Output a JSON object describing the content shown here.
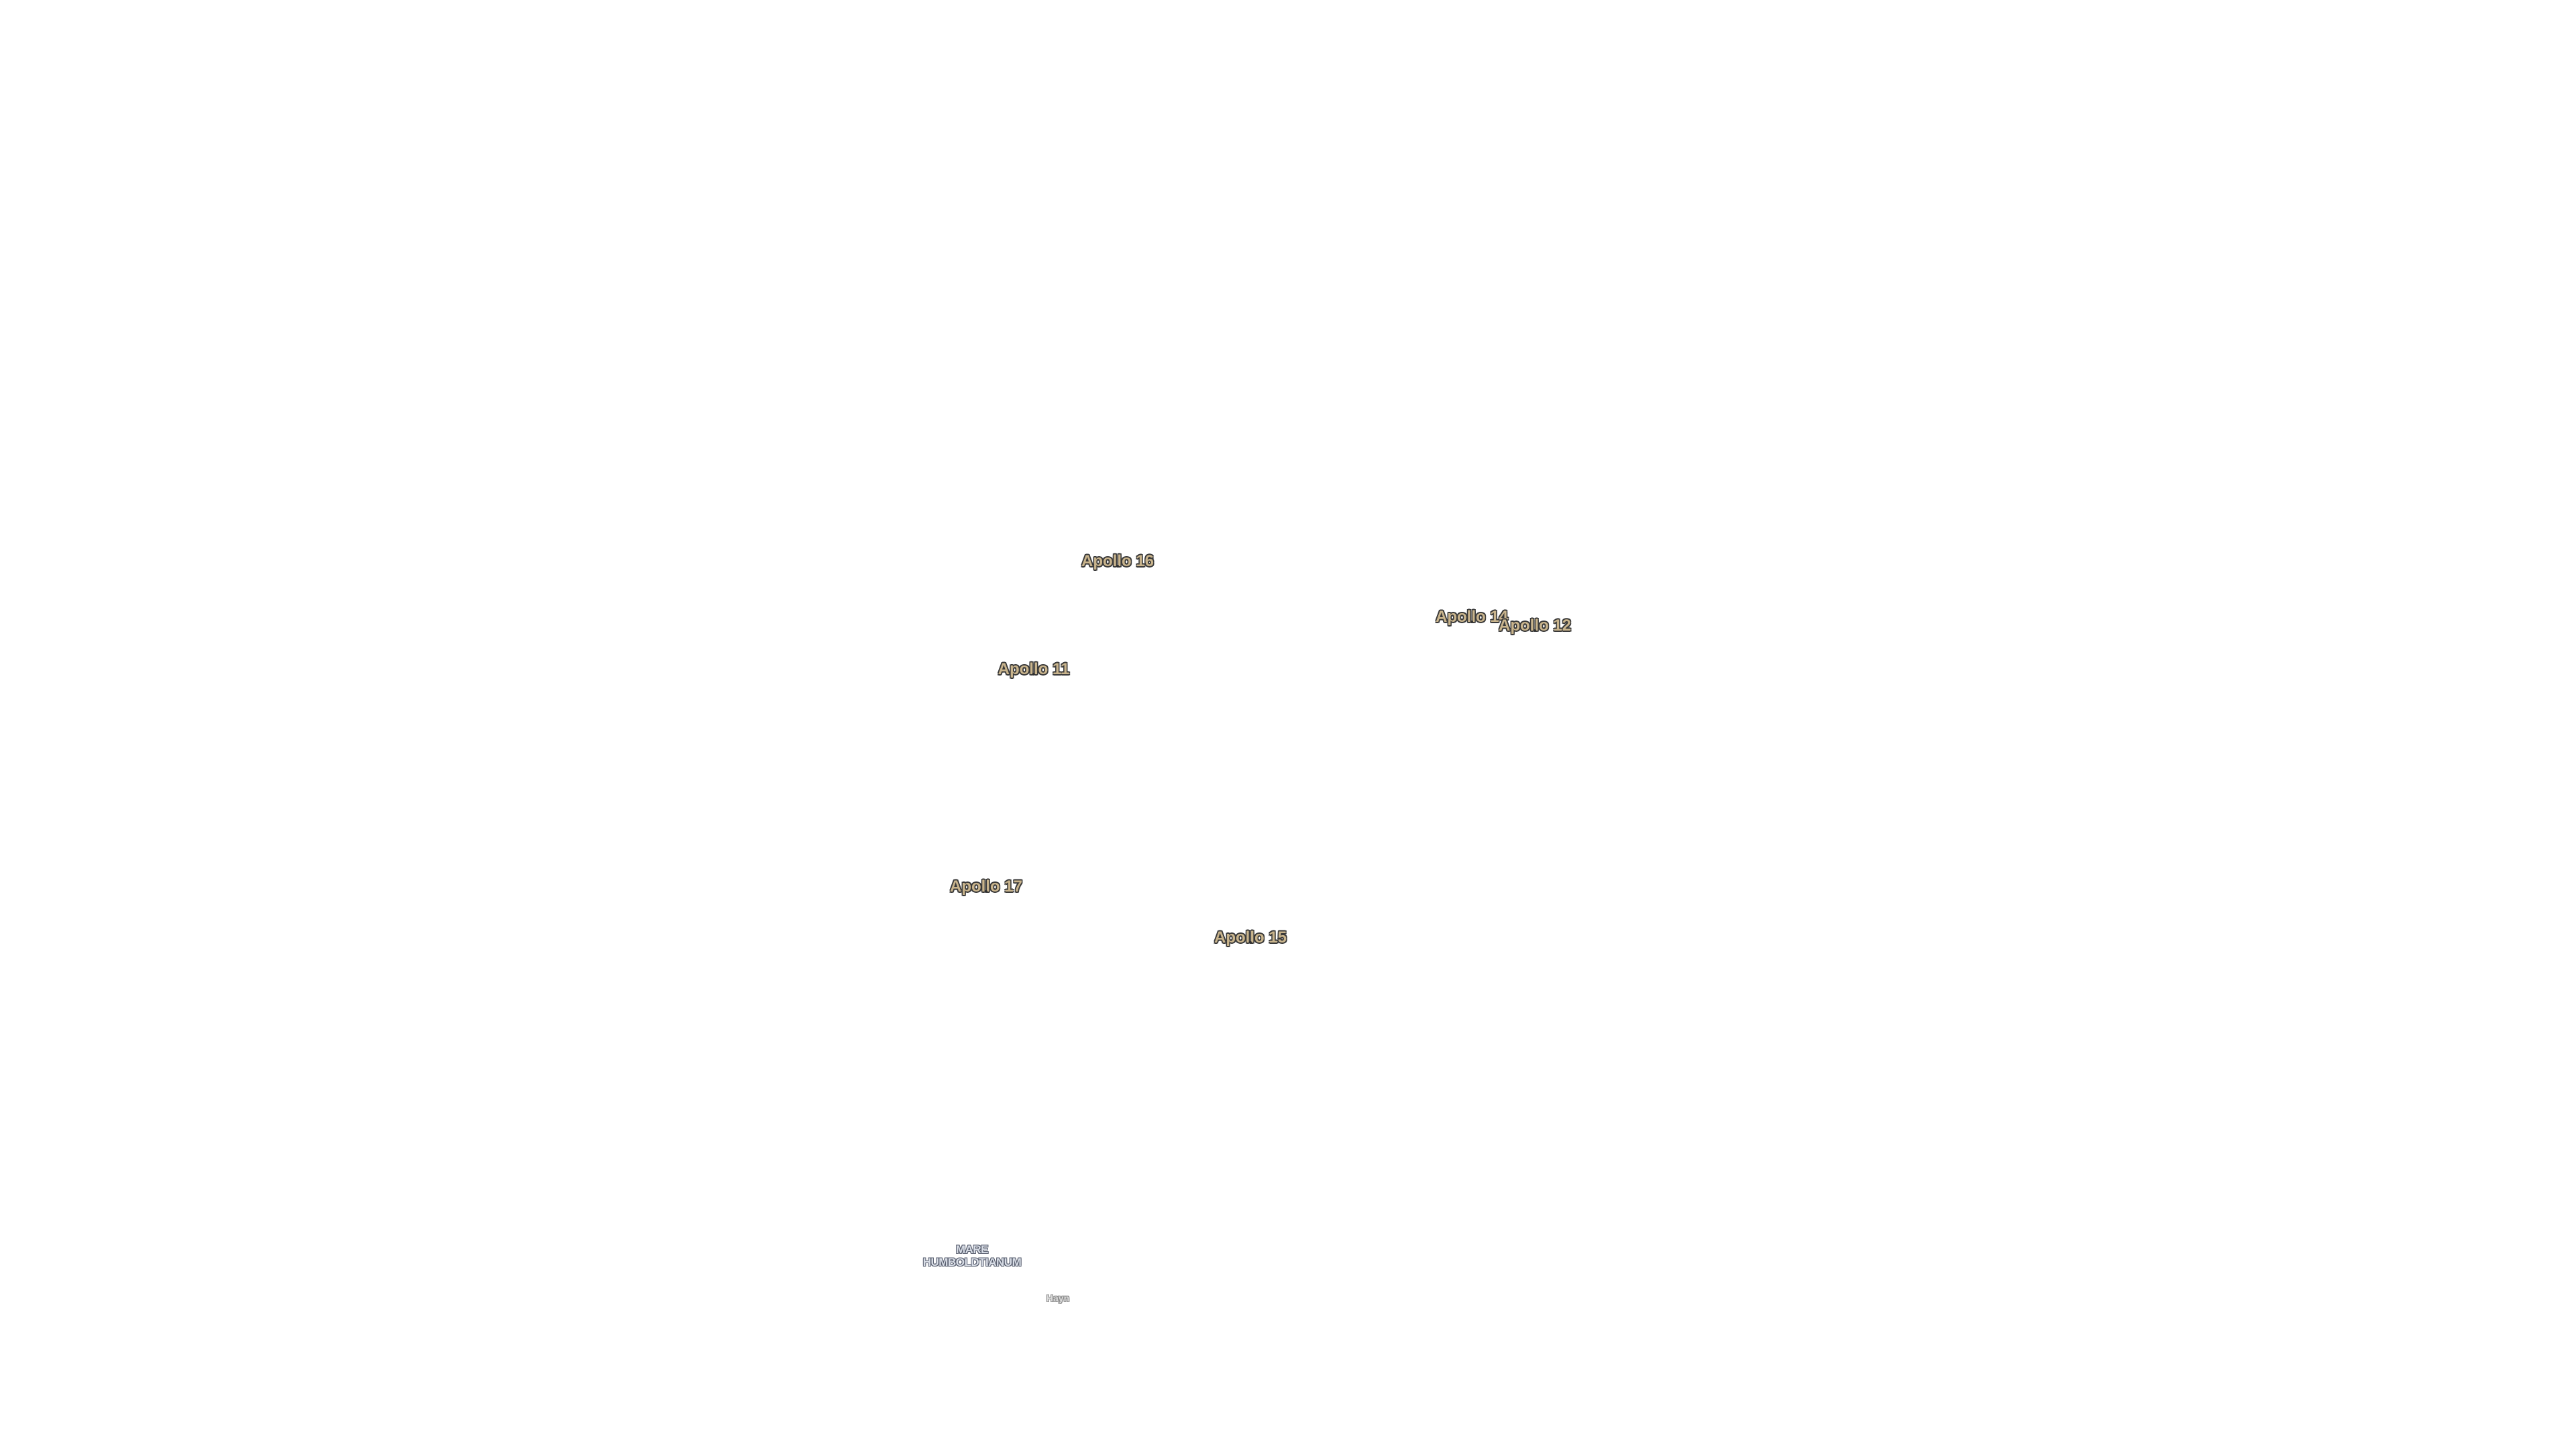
{
  "landing_sites": [
    {
      "id": "apollo-16",
      "label": "Apollo 16"
    },
    {
      "id": "apollo-14",
      "label": "Apollo 14"
    },
    {
      "id": "apollo-12",
      "label": "Apollo 12"
    },
    {
      "id": "apollo-11",
      "label": "Apollo 11"
    },
    {
      "id": "apollo-17",
      "label": "Apollo 17"
    },
    {
      "id": "apollo-15",
      "label": "Apollo 15"
    }
  ],
  "features": {
    "mare": {
      "line1": "MARE",
      "line2": "HUMBOLDTIANUM"
    },
    "crater": {
      "label": "Hayn"
    }
  },
  "colors": {
    "site_label": "#c9b48c",
    "site_outline": "#3a3a3a",
    "mare_label": "#d8dde6",
    "background": "#ffffff"
  }
}
